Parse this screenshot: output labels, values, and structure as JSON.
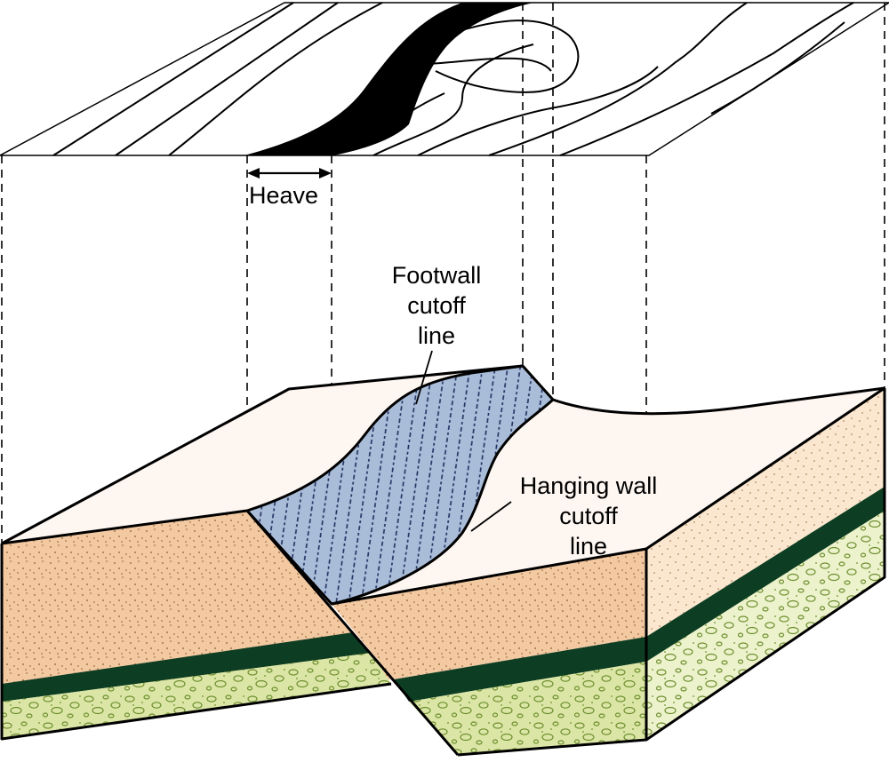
{
  "labels": {
    "heave": "Heave",
    "footwall_cutoff": [
      "Footwall",
      "cutoff",
      "line"
    ],
    "hanging_wall_cutoff": [
      "Hanging wall",
      "cutoff",
      "line"
    ]
  },
  "colors": {
    "sandstone": "#f3c9a2",
    "sandstone_light": "#fbe7cf",
    "top_surface": "#fdf6f1",
    "coal_bed": "#0d3d22",
    "conglomerate": "#dbe6a6",
    "conglomerate_light": "#ecf2cc",
    "fault_plane": "#a9bcd8",
    "pebble_stroke": "#7a9a3a",
    "stipple": "#8a5a2a"
  }
}
